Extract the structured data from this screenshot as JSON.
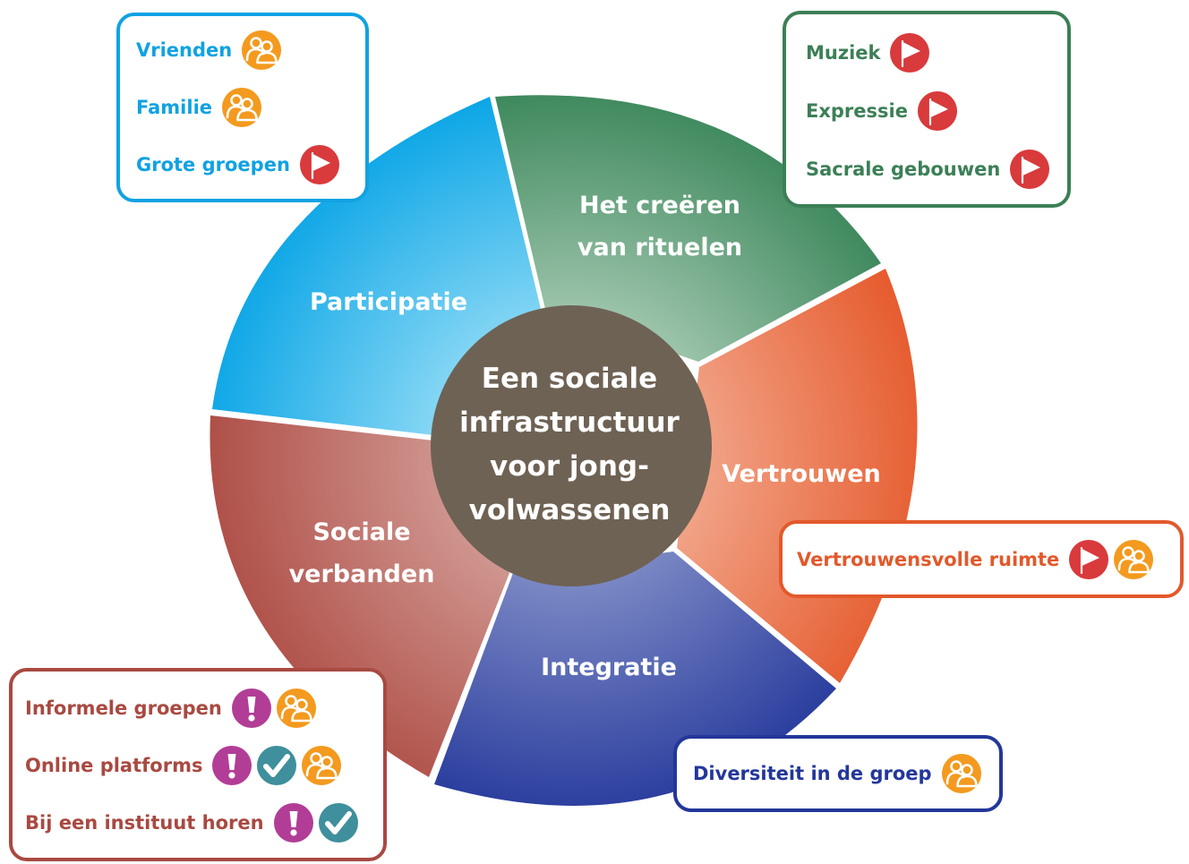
{
  "center": {
    "lines": [
      "Een sociale",
      "infrastructuur",
      "voor jong-",
      "volwassenen"
    ]
  },
  "segments": [
    {
      "id": "participatie",
      "lines": [
        "Participatie"
      ],
      "color_light": "#a8e4f8",
      "color_dark": "#0aa5e6"
    },
    {
      "id": "rituelen",
      "lines": [
        "Het creëren",
        "van rituelen"
      ],
      "color_light": "#bcd8c6",
      "color_dark": "#3c875b"
    },
    {
      "id": "vertrouwen",
      "lines": [
        "Vertrouwen"
      ],
      "color_light": "#f4b39b",
      "color_dark": "#e5582a"
    },
    {
      "id": "integratie",
      "lines": [
        "Integratie"
      ],
      "color_light": "#8b97cc",
      "color_dark": "#22369a"
    },
    {
      "id": "sociale-verbanden",
      "lines": [
        "Sociale",
        "verbanden"
      ],
      "color_light": "#d6a49e",
      "color_dark": "#ad4c44"
    }
  ],
  "callouts": {
    "participatie": {
      "color": "#10a2e2",
      "items": [
        {
          "label": "Vrienden",
          "icons": [
            "people-icon"
          ]
        },
        {
          "label": "Familie",
          "icons": [
            "people-icon"
          ]
        },
        {
          "label": "Grote groepen",
          "icons": [
            "flag-icon"
          ]
        }
      ]
    },
    "rituelen": {
      "color": "#3c7f56",
      "items": [
        {
          "label": "Muziek",
          "icons": [
            "flag-icon"
          ]
        },
        {
          "label": "Expressie",
          "icons": [
            "flag-icon"
          ]
        },
        {
          "label": "Sacrale gebouwen",
          "icons": [
            "flag-icon"
          ]
        }
      ]
    },
    "vertrouwen": {
      "color": "#e2592b",
      "items": [
        {
          "label": "Vertrouwensvolle ruimte",
          "icons": [
            "flag-icon",
            "people-icon"
          ]
        }
      ]
    },
    "integratie": {
      "color": "#23379a",
      "items": [
        {
          "label": "Diversiteit in de groep",
          "icons": [
            "people-icon"
          ]
        }
      ]
    },
    "sociale_verbanden": {
      "color": "#a94941",
      "items": [
        {
          "label": "Informele groepen",
          "icons": [
            "exclamation-icon",
            "people-icon"
          ]
        },
        {
          "label": "Online platforms",
          "icons": [
            "exclamation-icon",
            "check-icon",
            "people-icon"
          ]
        },
        {
          "label": "Bij een instituut horen",
          "icons": [
            "exclamation-icon",
            "check-icon"
          ]
        }
      ]
    }
  },
  "icon_colors": {
    "people-icon": "#f39a1f",
    "flag-icon": "#d93a3c",
    "exclamation-icon": "#b23d96",
    "check-icon": "#3f8f9c"
  },
  "center_color": "#6e6254"
}
